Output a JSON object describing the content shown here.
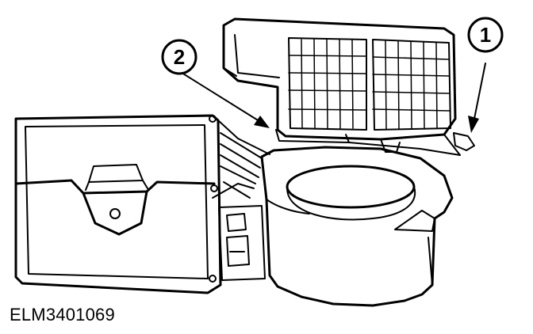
{
  "figure": {
    "reference_code": "ELM3401069",
    "callouts": [
      {
        "id": "1",
        "label": "1"
      },
      {
        "id": "2",
        "label": "2"
      }
    ],
    "colors": {
      "ink": "#000000",
      "paper": "#ffffff"
    }
  }
}
